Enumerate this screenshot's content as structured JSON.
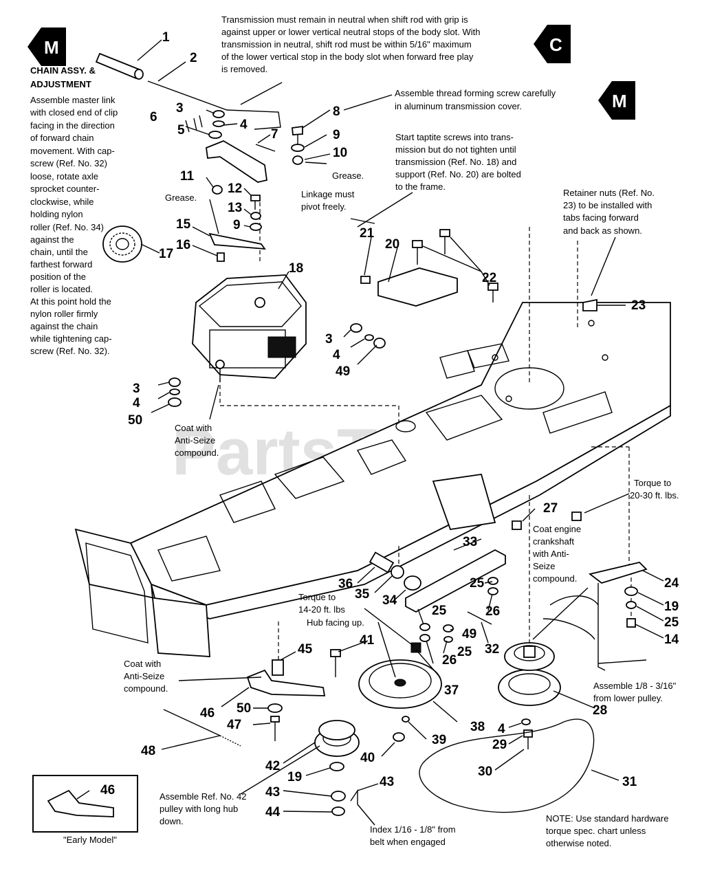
{
  "badges": {
    "m_left": "M",
    "c": "C",
    "m_right": "M"
  },
  "watermark": "PartsTree",
  "sections": {
    "chain_title_1": "CHAIN ASSY. &",
    "chain_title_2": "ADJUSTMENT"
  },
  "notes": {
    "chain": [
      "Assemble master link",
      "with closed end of clip",
      "facing in the direction",
      "of forward chain",
      "movement. With cap-",
      "screw (Ref. No. 32)",
      "loose, rotate axle",
      "sprocket counter-",
      "clockwise, while",
      "holding nylon",
      "roller (Ref. No. 34)",
      "against the",
      "chain, until the",
      "farthest forward",
      "position of the",
      "roller is located.",
      "At this point hold the",
      "nylon roller firmly",
      "against the chain",
      "while tightening cap-",
      "screw (Ref. No. 32)."
    ],
    "transmission": [
      "Transmission must remain in neutral when shift rod with grip is",
      "against upper or lower vertical neutral stops of the body slot. With",
      "transmission in neutral, shift rod must be within 5/16\" maximum",
      "of the lower vertical stop in the body slot when forward free play",
      "is removed."
    ],
    "thread": [
      "Assemble thread forming screw carefully",
      "in aluminum transmission cover."
    ],
    "taptite": [
      "Start taptite screws into trans-",
      "mission but do not tighten until",
      "transmission (Ref. No. 18) and",
      "support (Ref. No. 20) are bolted",
      "to the frame."
    ],
    "retainer": [
      "Retainer nuts (Ref. No.",
      "23) to be installed with",
      "tabs facing forward",
      "and back as shown."
    ],
    "grease1": "Grease.",
    "grease2": "Grease.",
    "linkage": [
      "Linkage must",
      "pivot freely."
    ],
    "antiseize1": [
      "Coat with",
      "Anti-Seize",
      "compound."
    ],
    "antiseize2": [
      "Coat with",
      "Anti-Seize",
      "compound."
    ],
    "torque1": [
      "Torque to",
      "20-30 ft. lbs."
    ],
    "crankshaft": [
      "Coat engine",
      "crankshaft",
      "with Anti-",
      "Seize",
      "compound."
    ],
    "torque2": [
      "Torque to",
      "14-20 ft. lbs"
    ],
    "hub": "Hub facing up.",
    "assemble_lower": [
      "Assemble 1/8 - 3/16\"",
      "from lower pulley."
    ],
    "pulley42": [
      "Assemble Ref. No. 42",
      "pulley with long hub",
      "down."
    ],
    "index": [
      "Index 1/16 - 1/8\" from",
      "belt when engaged"
    ],
    "note": [
      "NOTE: Use standard hardware",
      "torque spec. chart unless",
      "otherwise noted."
    ],
    "early_model": "\"Early Model\""
  },
  "callouts": {
    "n1": "1",
    "n2": "2",
    "n3a": "3",
    "n4a": "4",
    "n5": "5",
    "n6": "6",
    "n7": "7",
    "n8": "8",
    "n9a": "9",
    "n10": "10",
    "n11": "11",
    "n12": "12",
    "n13": "13",
    "n9b": "9",
    "n15": "15",
    "n16": "16",
    "n17": "17",
    "n18": "18",
    "n21": "21",
    "n20": "20",
    "n22": "22",
    "n23": "23",
    "n3b": "3",
    "n4b": "4",
    "n49a": "49",
    "n3c": "3",
    "n4c": "4",
    "n50a": "50",
    "n27": "27",
    "n33": "33",
    "n36": "36",
    "n35": "35",
    "n34": "34",
    "n25a": "25",
    "n26a": "26",
    "n25b": "25",
    "n49b": "49",
    "n25c": "25",
    "n26b": "26",
    "n32": "32",
    "n24": "24",
    "n19a": "19",
    "n25d": "25",
    "n14": "14",
    "n45": "45",
    "n41": "41",
    "n37": "37",
    "n38": "38",
    "n28": "28",
    "n46": "46",
    "n50b": "50",
    "n47": "47",
    "n48": "48",
    "n39": "39",
    "n40": "40",
    "n4d": "4",
    "n29": "29",
    "n30": "30",
    "n31": "31",
    "n42": "42",
    "n19b": "19",
    "n43a": "43",
    "n43b": "43",
    "n44": "44",
    "n46b": "46"
  }
}
